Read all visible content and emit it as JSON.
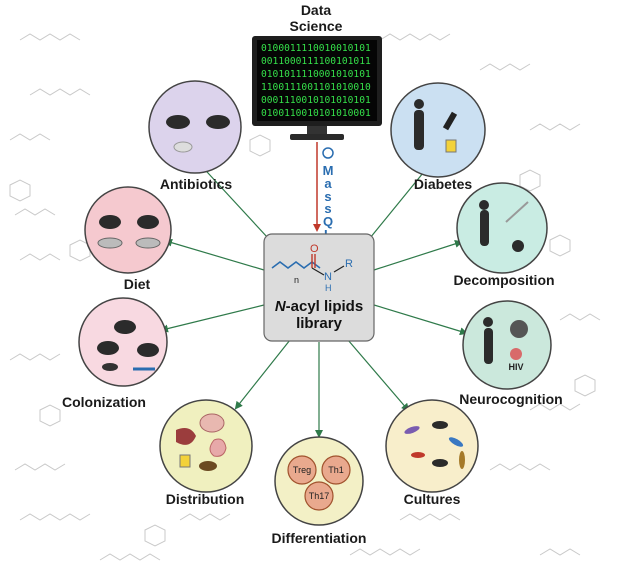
{
  "header": {
    "line1": "Data",
    "line2": "Science"
  },
  "monitor": {
    "lines": [
      "0100011110010010101",
      "0011000111100101011",
      "0101011110001010101",
      "1100111001101010010",
      "0001110010101010101",
      "0100110010101010001"
    ]
  },
  "massql": {
    "letters": [
      "M",
      "a",
      "s",
      "s",
      "Q",
      "L"
    ]
  },
  "center": {
    "title_line1_italic": "N",
    "title_line1_rest": "-acyl lipids",
    "title_line2": "library",
    "struct_o": "O",
    "struct_nh": "N",
    "struct_h": "H",
    "struct_r": "R",
    "struct_n": "n"
  },
  "nodes": {
    "antibiotics": "Antibiotics",
    "diabetes": "Diabetes",
    "diet": "Diet",
    "decomposition": "Decomposition",
    "colonization": "Colonization",
    "neurocognition": "Neurocognition",
    "distribution": "Distribution",
    "cultures": "Cultures",
    "differentiation": "Differentiation"
  },
  "cells": {
    "treg": "Treg",
    "th1": "Th1",
    "th17": "Th17"
  },
  "hiv": "HIV",
  "colors": {
    "antibiotics": "#dcd3ec",
    "diabetes": "#cbe0f2",
    "diet": "#f5c9cf",
    "decomposition": "#c9ece3",
    "colonization": "#f8d9e1",
    "neurocognition": "#cbe8dc",
    "distribution": "#f0f0bf",
    "cultures": "#f8eecb",
    "differentiation": "#f3f0c6",
    "arrow_green": "#2f7a4a",
    "arrow_red": "#c0392b"
  }
}
